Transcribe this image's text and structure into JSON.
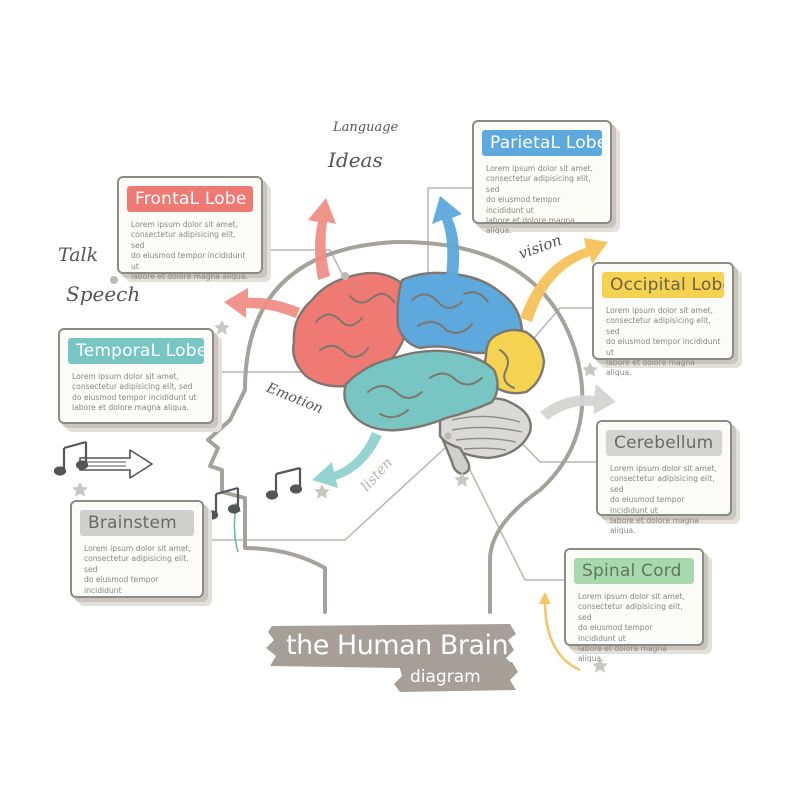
{
  "colors": {
    "frontal": "#ee7a73",
    "parietal": "#5da8dc",
    "temporal": "#77c6c3",
    "occipital": "#f5d24f",
    "cerebellum": "#d4d4d2",
    "brainstem": "#cfcfcd",
    "spinal": "#a8d9ac",
    "outline": "#8e8a84",
    "arrow_orange": "#f6b84a",
    "arrow_gray": "#cfcfcd"
  },
  "cards": [
    {
      "id": "frontal",
      "title": "FrontaL Lobe",
      "body": "Lorem ipsum dolor sit amet,\nconsectetur adipisicing elit, sed\ndo eiusmod tempor incididunt ut\nlabore et dolore magna aliqua."
    },
    {
      "id": "parietal",
      "title": "ParietaL Lobe",
      "body": "Lorem ipsum dolor sit amet,\nconsectetur adipisicing elit, sed\ndo eiusmod tempor incididunt ut\nlabore et dolore magna aliqua."
    },
    {
      "id": "occipital",
      "title": "Occipital Lobe",
      "body": "Lorem ipsum dolor sit amet,\nconsectetur adipisicing elit, sed\ndo eiusmod tempor incididunt ut\nlabore et dolore magna aliqua."
    },
    {
      "id": "temporal",
      "title": "TemporaL Lobe",
      "body": "Lorem ipsum dolor sit amet,\nconsectetur adipisicing elit, sed\ndo eiusmod tempor incididunt ut\nlabore et dolore magna aliqua."
    },
    {
      "id": "cerebellum",
      "title": "Cerebellum",
      "body": "Lorem ipsum dolor sit amet,\nconsectetur adipisicing elit, sed\ndo eiusmod tempor incididunt ut\nlabore et dolore magna aliqua."
    },
    {
      "id": "brainstem",
      "title": "Brainstem",
      "body": "Lorem ipsum dolor sit amet,\nconsectetur adipisicing elit, sed\ndo eiusmod tempor incididunt"
    },
    {
      "id": "spinal",
      "title": "Spinal Cord",
      "body": "Lorem ipsum dolor sit amet,\nconsectetur adipisicing elit, sed\ndo eiusmod tempor incididunt ut\nlabore et dolore magna aliqua."
    }
  ],
  "labels": {
    "language": "Language",
    "ideas": "Ideas",
    "talk": "Talk",
    "speech": "Speech",
    "vision": "vision",
    "emotion": "Emotion",
    "listen": "listen"
  },
  "title": {
    "main": "the Human Brain",
    "sub": "diagram"
  }
}
